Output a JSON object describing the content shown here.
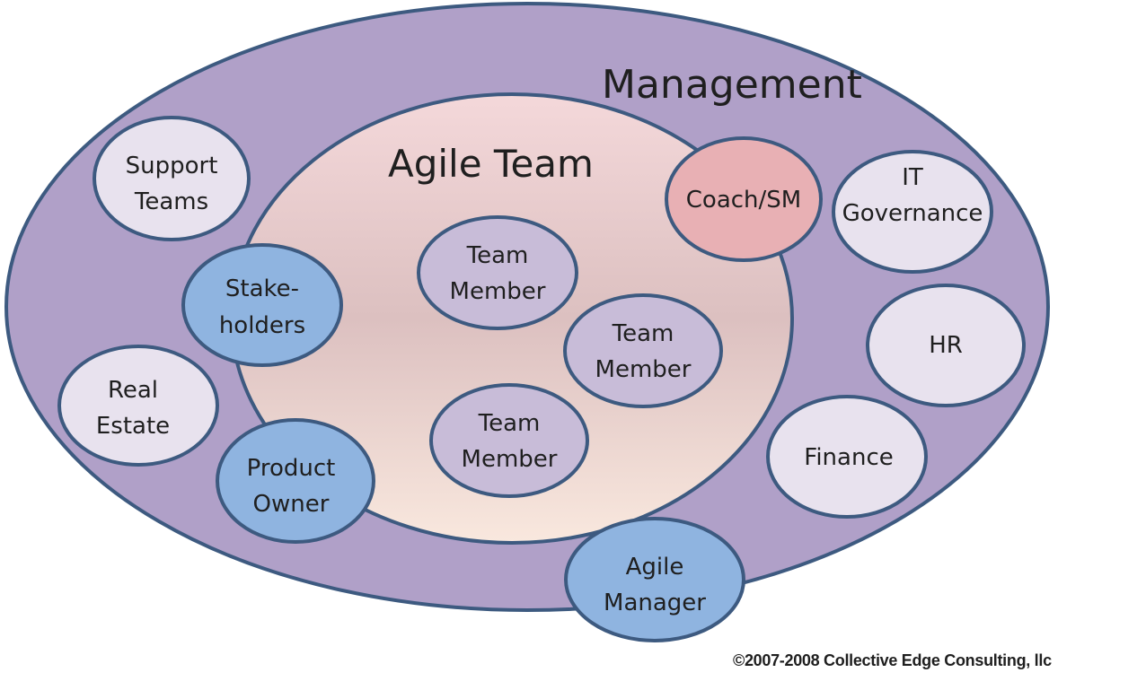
{
  "titles": {
    "outer": "Management",
    "inner": "Agile Team"
  },
  "nodes": {
    "support_teams": [
      "Support",
      "Teams"
    ],
    "stakeholders": [
      "Stake-",
      "holders"
    ],
    "real_estate": [
      "Real",
      "Estate"
    ],
    "product_owner": [
      "Product",
      "Owner"
    ],
    "team_member_1": [
      "Team",
      "Member"
    ],
    "team_member_2": [
      "Team",
      "Member"
    ],
    "team_member_3": [
      "Team",
      "Member"
    ],
    "coach_sm": [
      "Coach/SM"
    ],
    "it_governance": [
      "IT",
      "Governance"
    ],
    "hr": [
      "HR"
    ],
    "finance": [
      "Finance"
    ],
    "agile_manager": [
      "Agile",
      "Manager"
    ]
  },
  "copyright": "©2007-2008 Collective Edge Consulting, llc",
  "colors": {
    "outer_fill": "#b0a0c8",
    "stroke": "#3d5a80",
    "light_node": "#e8e2ee",
    "blue_node": "#8fb4e0",
    "coach_node": "#e8b0b4",
    "team_member_node": "#c8bcd8",
    "inner_top": "#f3d5d8",
    "inner_mid": "#e0c4c4",
    "inner_bottom": "#f8e6dc"
  }
}
